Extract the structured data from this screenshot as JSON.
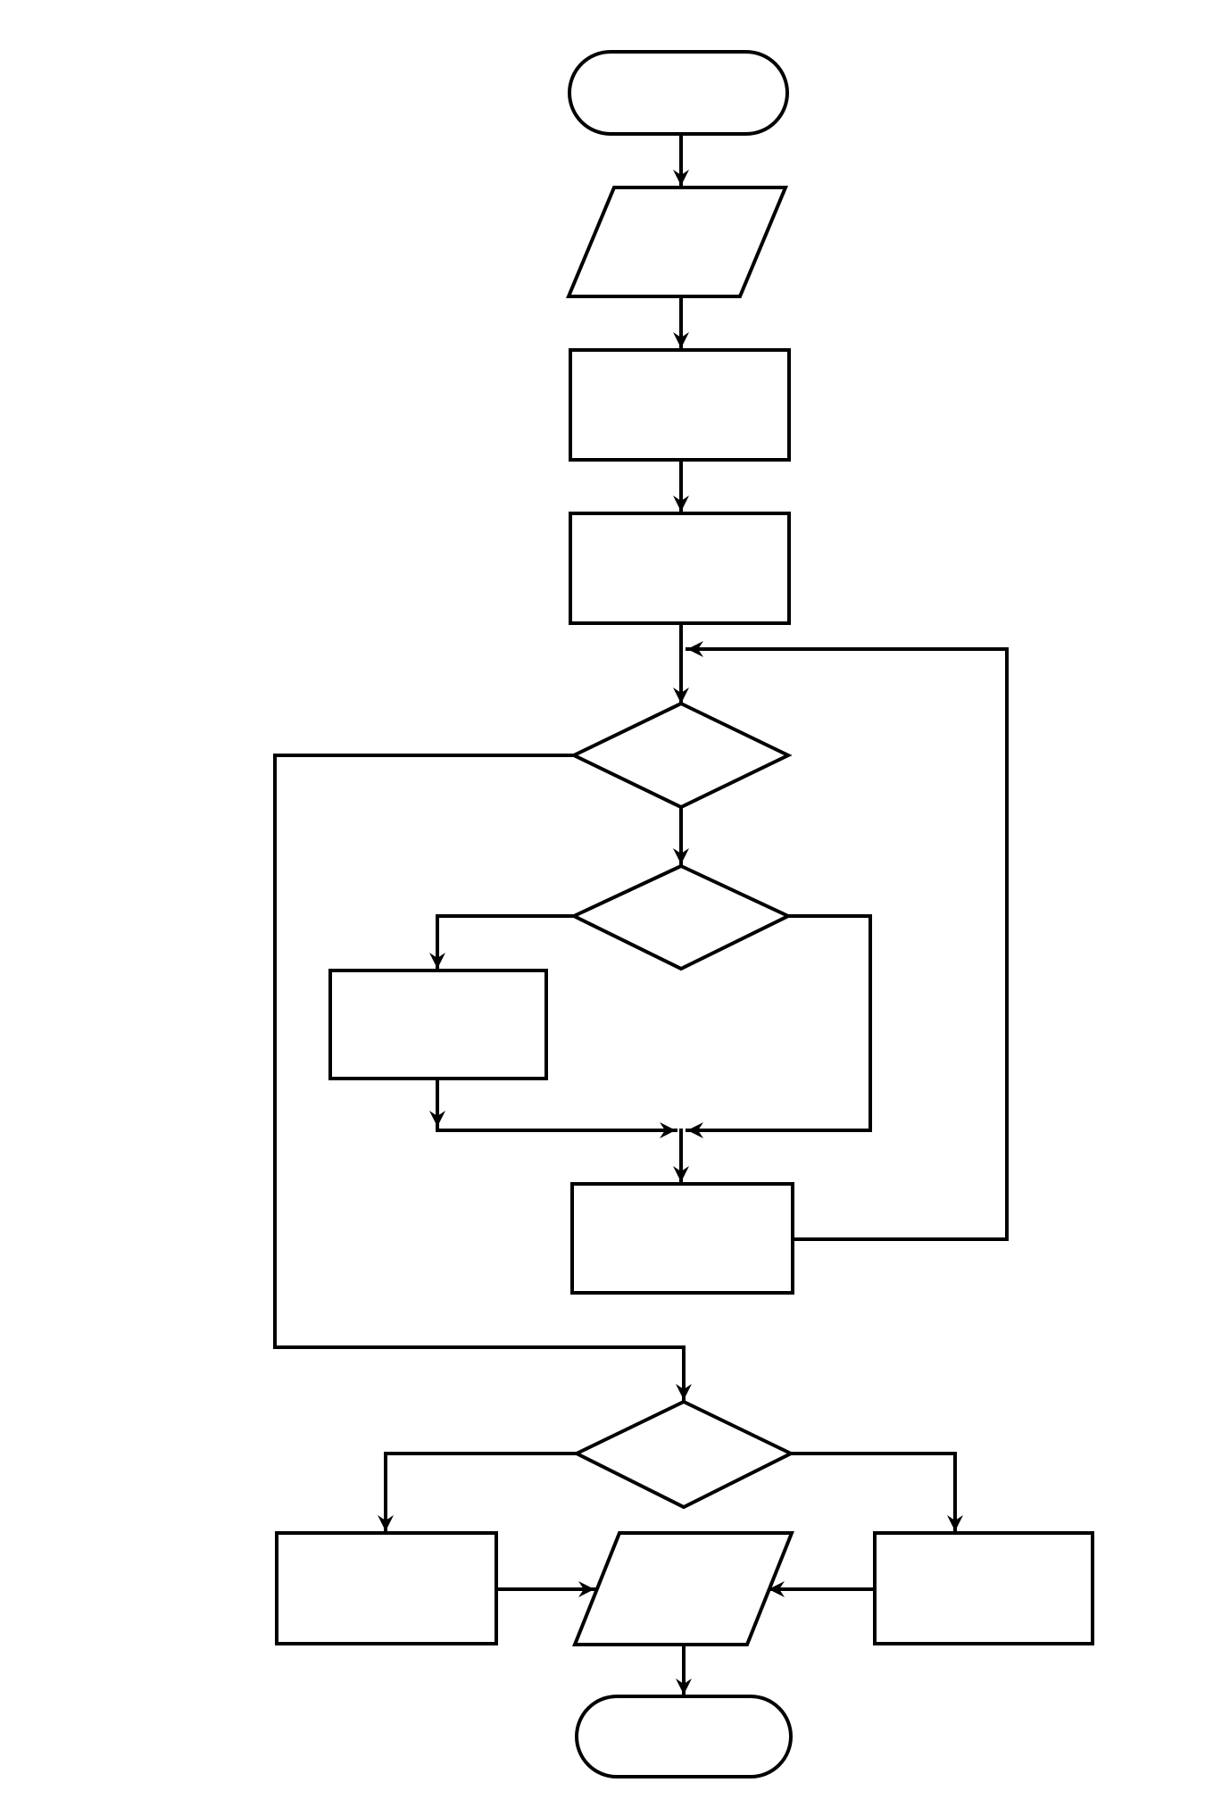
{
  "diagram": {
    "kind": "flowchart",
    "line_color": "#000000",
    "background_color": "#ffffff",
    "nodes": [
      {
        "id": "start",
        "shape": "terminator",
        "label": ""
      },
      {
        "id": "input",
        "shape": "parallelogram",
        "label": ""
      },
      {
        "id": "process-1",
        "shape": "rectangle",
        "label": ""
      },
      {
        "id": "process-2",
        "shape": "rectangle",
        "label": ""
      },
      {
        "id": "decision-1",
        "shape": "diamond",
        "label": ""
      },
      {
        "id": "decision-2",
        "shape": "diamond",
        "label": ""
      },
      {
        "id": "process-3",
        "shape": "rectangle",
        "label": ""
      },
      {
        "id": "process-4",
        "shape": "rectangle",
        "label": ""
      },
      {
        "id": "decision-3",
        "shape": "diamond",
        "label": ""
      },
      {
        "id": "process-5",
        "shape": "rectangle",
        "label": ""
      },
      {
        "id": "output",
        "shape": "parallelogram",
        "label": ""
      },
      {
        "id": "process-6",
        "shape": "rectangle",
        "label": ""
      },
      {
        "id": "end",
        "shape": "terminator",
        "label": ""
      }
    ],
    "edges": [
      {
        "from": "start",
        "to": "input"
      },
      {
        "from": "input",
        "to": "process-1"
      },
      {
        "from": "process-1",
        "to": "process-2"
      },
      {
        "from": "process-2",
        "to": "decision-1"
      },
      {
        "from": "decision-1",
        "to": "decision-2"
      },
      {
        "from": "decision-1",
        "to": "decision-3"
      },
      {
        "from": "decision-2",
        "to": "process-3"
      },
      {
        "from": "decision-2",
        "to": "process-4"
      },
      {
        "from": "process-3",
        "to": "process-4"
      },
      {
        "from": "process-4",
        "to": "decision-1"
      },
      {
        "from": "decision-3",
        "to": "process-5"
      },
      {
        "from": "decision-3",
        "to": "process-6"
      },
      {
        "from": "process-5",
        "to": "output"
      },
      {
        "from": "process-6",
        "to": "output"
      },
      {
        "from": "output",
        "to": "end"
      }
    ]
  }
}
